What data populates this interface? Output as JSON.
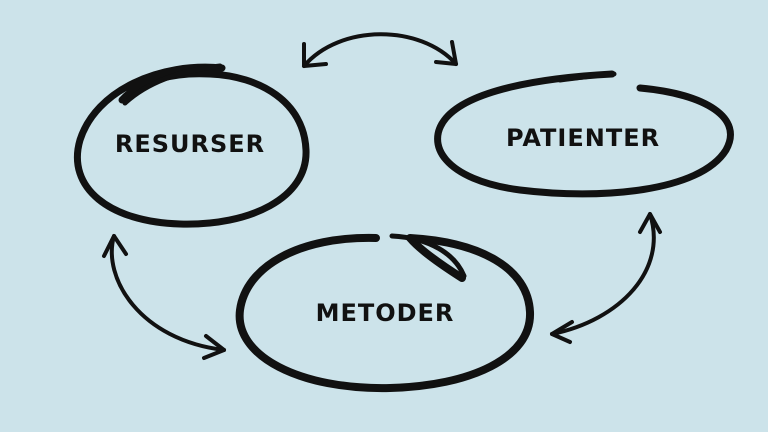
{
  "diagram": {
    "background": "#cce3ea",
    "ink_color": "#111111",
    "nodes": [
      {
        "id": "resurser",
        "label": "RESURSER"
      },
      {
        "id": "patienter",
        "label": "PATIENTER"
      },
      {
        "id": "metoder",
        "label": "METODER"
      }
    ],
    "connections": [
      {
        "from": "resurser",
        "to": "patienter",
        "direction": "both"
      },
      {
        "from": "resurser",
        "to": "metoder",
        "direction": "both"
      },
      {
        "from": "patienter",
        "to": "metoder",
        "direction": "both"
      }
    ]
  }
}
